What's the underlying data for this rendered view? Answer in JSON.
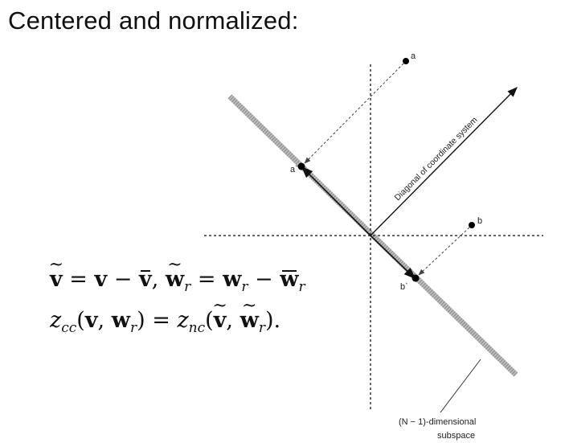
{
  "title": "Centered and normalized:",
  "diagram": {
    "point_a": "a",
    "point_a_proj": "a`",
    "point_b": "b",
    "point_b_proj": "b`",
    "diagonal_label": "Diagonal of coordinate system",
    "subspace_label_line1": "(N − 1)-dimensional",
    "subspace_label_line2": "subspace"
  },
  "formula": {
    "v": "v",
    "w": "w",
    "r": "r",
    "eq": " = ",
    "minus": " − ",
    "comma": ", ",
    "z": "z",
    "cc": "cc",
    "nc": "nc",
    "lparen": "(",
    "rparen": ")",
    "period": "."
  }
}
